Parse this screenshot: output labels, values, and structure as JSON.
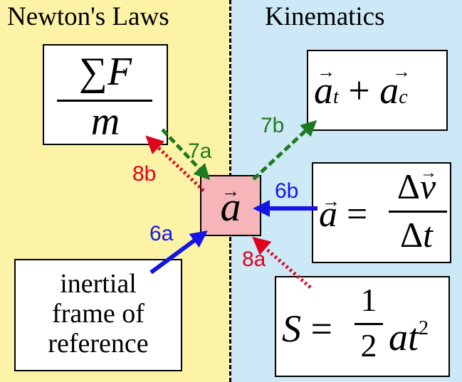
{
  "headings": {
    "left": "Newton's Laws",
    "right": "Kinematics"
  },
  "boxes": {
    "sum_force_over_mass": {
      "numerator": "∑F",
      "denominator": "m"
    },
    "accel_center": {
      "symbol": "a"
    },
    "tangential_centripetal": {
      "text": "a_t + a_c"
    },
    "delta_v_over_delta_t": {
      "lhs": "a =",
      "numerator": "Δv",
      "denominator": "Δt"
    },
    "inertial_frame": {
      "line1": "inertial",
      "line2": "frame of",
      "line3": "reference"
    },
    "displacement_formula": {
      "lhs": "S =",
      "numerator": "1",
      "denominator": "2",
      "rhs": "at²"
    }
  },
  "arrow_labels": {
    "a6": "6a",
    "b6": "6b",
    "a7": "7a",
    "b7": "7b",
    "a8": "8a",
    "b8": "8b"
  },
  "colors": {
    "left_bg": "#fdf3a7",
    "right_bg": "#cde8f6",
    "center_bg": "#f6b5b8",
    "blue": "#1414e6",
    "green": "#1e7a1e",
    "red": "#e0001a"
  }
}
